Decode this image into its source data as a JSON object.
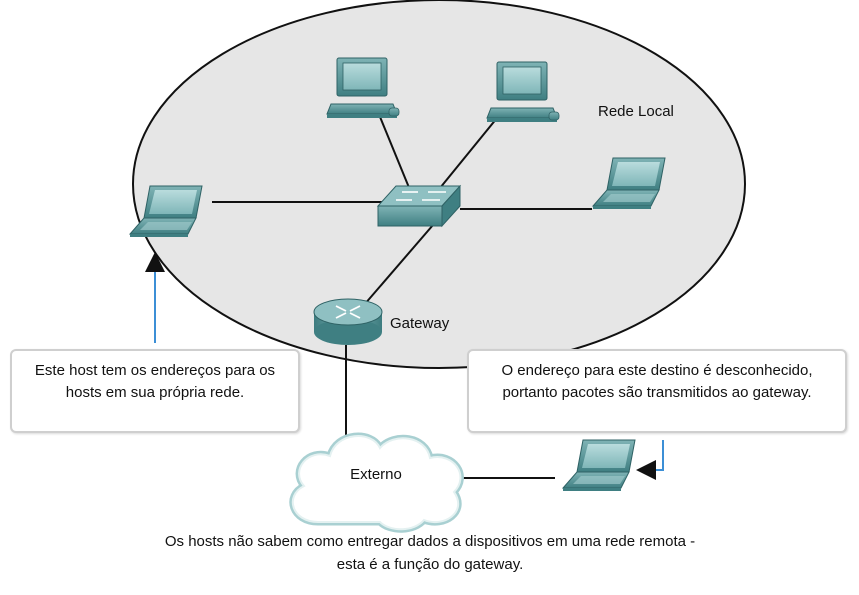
{
  "labels": {
    "local_network": "Rede Local",
    "gateway": "Gateway",
    "external": "Externo"
  },
  "callouts": {
    "left": "Este host tem os endereços para os hosts em sua própria rede.",
    "right": "O endereço para este destino é desconhecido, portanto pacotes são transmitidos ao gateway."
  },
  "caption": "Os hosts não sabem como entregar dados a dispositivos em uma rede remota - esta é a função do gateway.",
  "colors": {
    "network_fill": "#e6e6e6",
    "device_teal": "#5f9ea0",
    "arrow_blue": "#3c8fd6"
  },
  "icons": [
    "desktop-icon",
    "laptop-icon",
    "switch-icon",
    "router-icon",
    "cloud-icon"
  ]
}
